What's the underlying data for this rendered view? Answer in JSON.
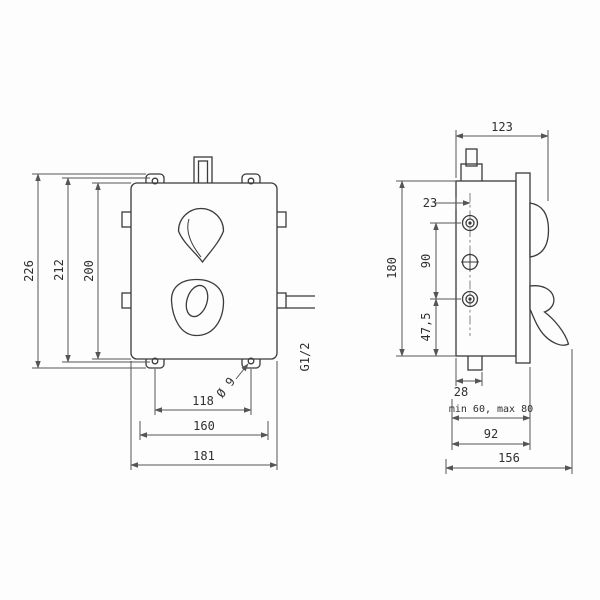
{
  "drawing": {
    "dimensions": {
      "front": {
        "overall_height": "226",
        "mounting_height": "212",
        "body_height": "200",
        "hole_spacing": "118",
        "mounting_width": "160",
        "overall_width": "181",
        "hole_diameter": "Ø 9",
        "thread": "G1/2"
      },
      "side": {
        "overall_depth": "123",
        "port_offset": "23",
        "height": "180",
        "port_spacing": "90",
        "lower_port_offset": "47,5",
        "foot_offset": "28",
        "install_depth_range": "min 60, max 80",
        "plate_depth": "92",
        "total_depth": "156"
      }
    }
  }
}
